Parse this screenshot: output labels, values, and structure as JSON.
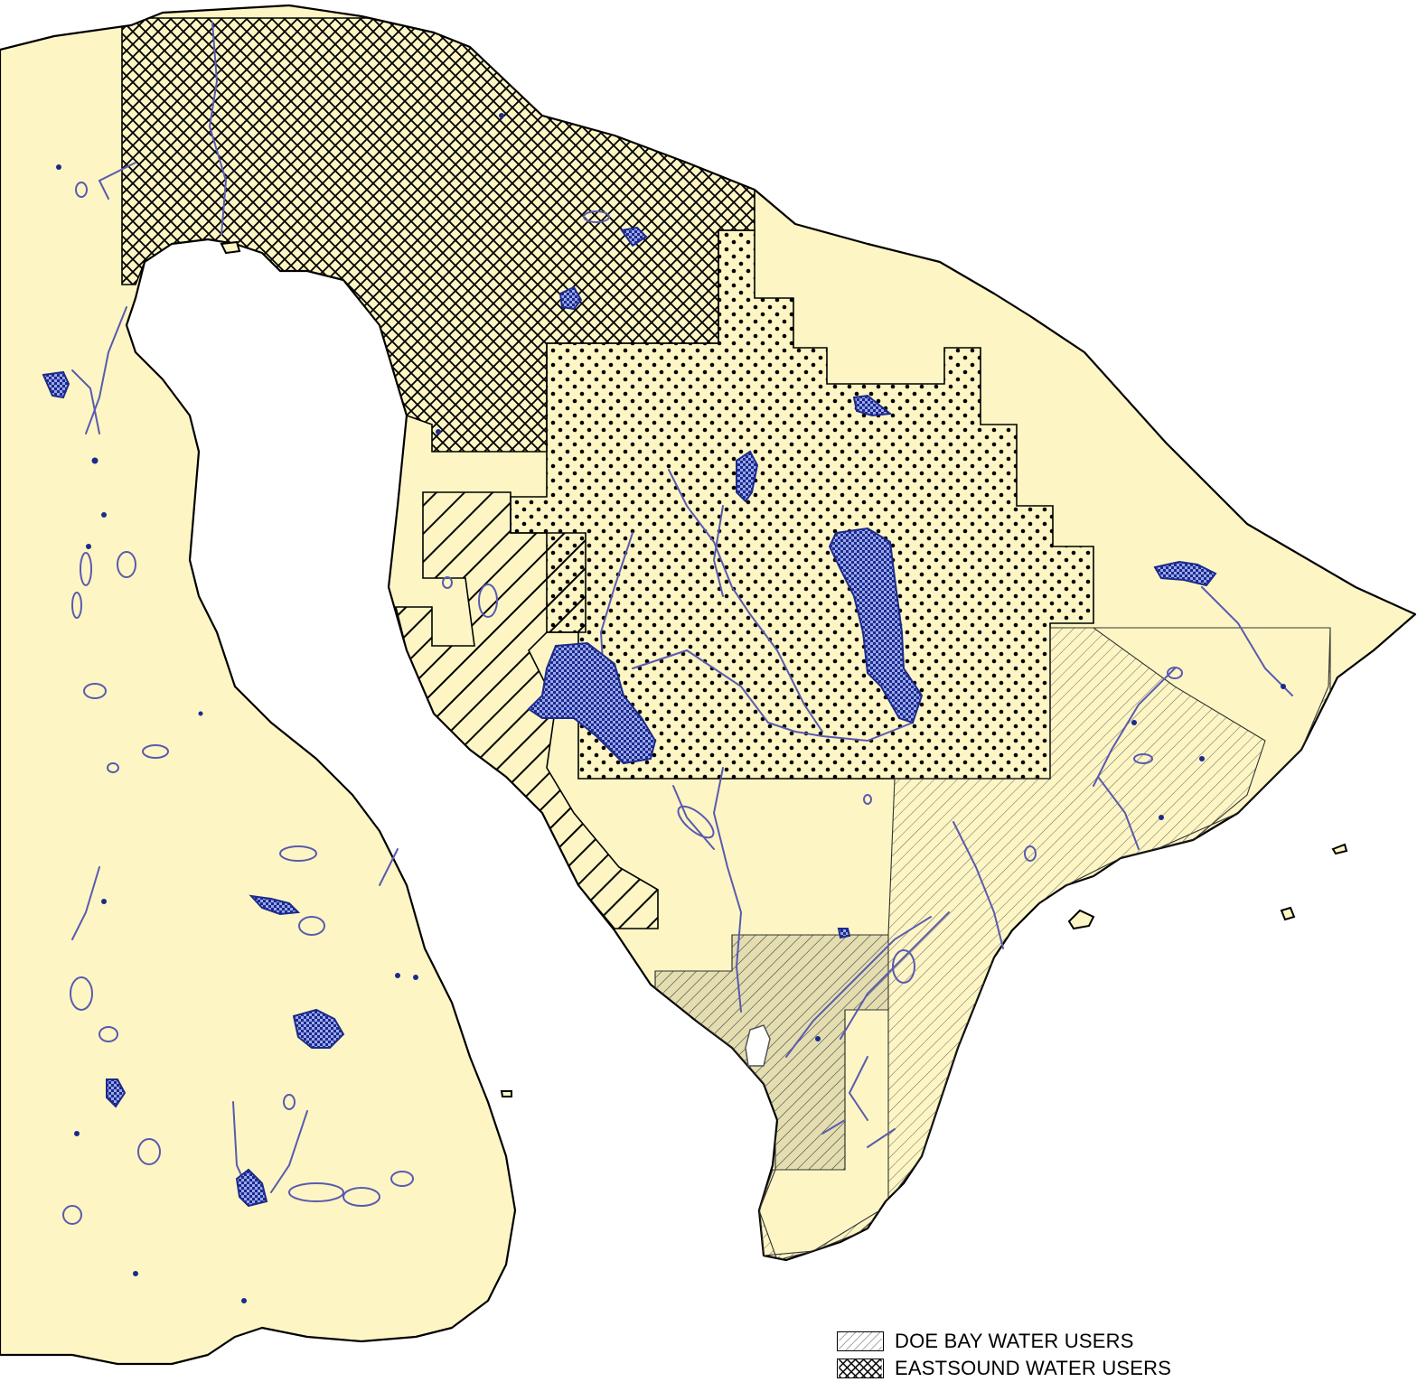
{
  "map": {
    "colors": {
      "water": "#ffffff",
      "land": "#fdf6c4",
      "coast": "#000000",
      "stream": "#5a5ab0",
      "lake": "#1c2a8c"
    },
    "districts": [
      {
        "id": "eastsound",
        "pattern": "crosshatch"
      },
      {
        "id": "dotted-district",
        "pattern": "dots"
      },
      {
        "id": "bold-diagonal-district",
        "pattern": "bold-diagonal"
      },
      {
        "id": "doe-bay",
        "pattern": "fine-diagonal"
      }
    ]
  },
  "legend": {
    "items": [
      {
        "label": "DOE BAY WATER USERS",
        "pattern": "fine-diagonal"
      },
      {
        "label": "EASTSOUND WATER USERS",
        "pattern": "crosshatch"
      }
    ]
  }
}
